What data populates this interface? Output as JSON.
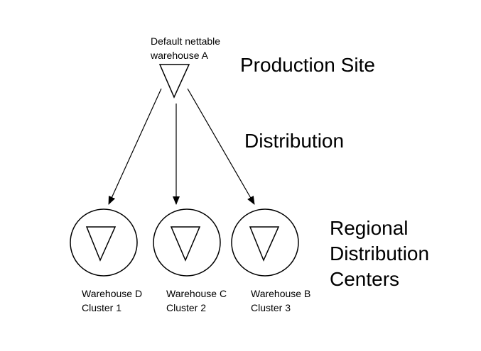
{
  "source": {
    "line1": "Default nettable",
    "line2": "warehouse  A"
  },
  "tiers": {
    "production": "Production Site",
    "distribution": "Distribution",
    "regional": {
      "line1": "Regional",
      "line2": "Distribution",
      "line3": "Centers"
    }
  },
  "warehouses": [
    {
      "name": "Warehouse D",
      "cluster": "Cluster 1"
    },
    {
      "name": "Warehouse C",
      "cluster": "Cluster 2"
    },
    {
      "name": "Warehouse B",
      "cluster": "Cluster 3"
    }
  ]
}
